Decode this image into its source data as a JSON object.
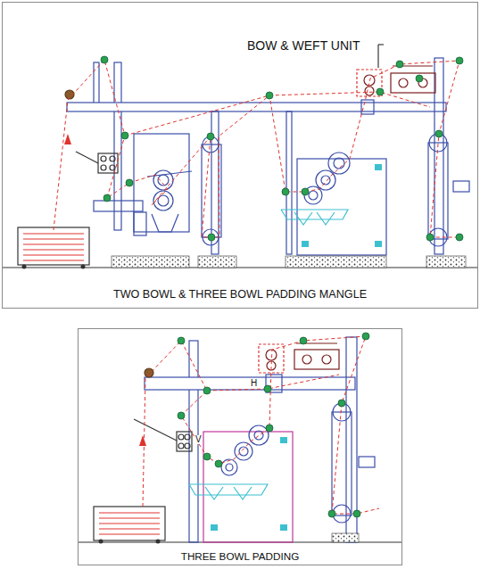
{
  "diagram": {
    "nodes": [
      {
        "text": [
          "TWO BOWL & THREE BOWL PADDING MANGLE"
        ]
      },
      {
        "text": [
          "THREE BOWL PADDING"
        ]
      }
    ],
    "labels": [
      "BOW & WEFT UNIT",
      "H",
      "V"
    ]
  }
}
